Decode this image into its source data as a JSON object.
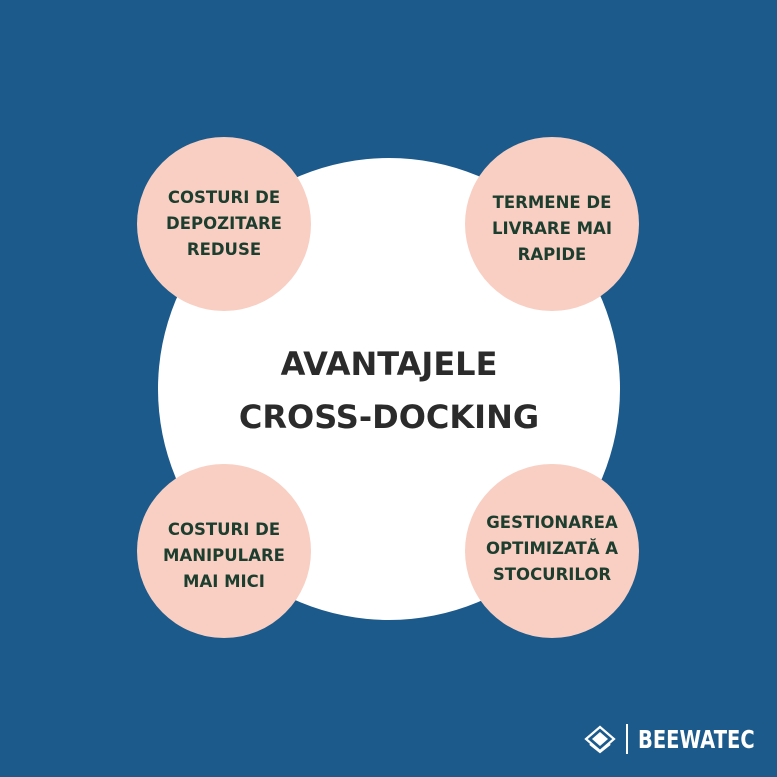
{
  "title": {
    "line1": "AVANTAJELE",
    "line2": "CROSS-DOCKING"
  },
  "benefits": [
    {
      "lines": [
        "COSTURI DE",
        "DEPOZITARE",
        "REDUSE"
      ]
    },
    {
      "lines": [
        "TERMENE DE",
        "LIVRARE MAI",
        "RAPIDE"
      ]
    },
    {
      "lines": [
        "COSTURI DE",
        "MANIPULARE",
        "MAI MICI"
      ]
    },
    {
      "lines": [
        "GESTIONAREA",
        "OPTIMIZATĂ A",
        "STOCURILOR"
      ]
    }
  ],
  "brand": {
    "name": "BEEWATEC",
    "icon": "beewatec-logo-icon"
  },
  "colors": {
    "background": "#1b5a8b",
    "center": "#ffffff",
    "node": "#f8cfc2",
    "node_text": "#1d3d2e",
    "title_text": "#2b2b2b"
  }
}
